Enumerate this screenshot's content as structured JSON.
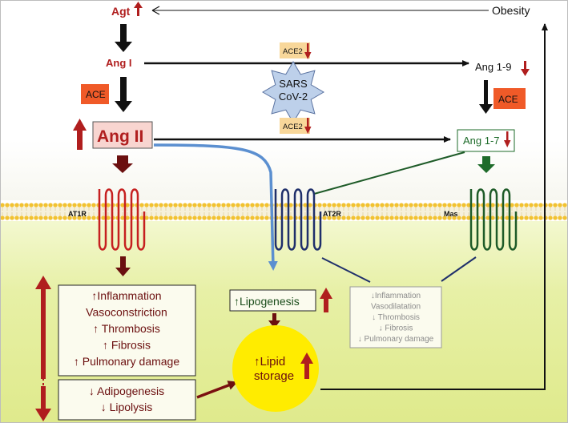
{
  "nodes": {
    "agt": "Agt",
    "ang1": "Ang I",
    "ang2": "Ang II",
    "ang19": "Ang 1-9",
    "ang17": "Ang 1-7",
    "obesity": "Obesity",
    "ace_left": "ACE",
    "ace_right": "ACE",
    "ace2_top": "ACE2",
    "ace2_bottom": "ACE2",
    "virus_line1": "SARS",
    "virus_line2": "CoV-2"
  },
  "receptors": {
    "at1r": "AT1R",
    "at2r": "AT2R",
    "mas": "Mas"
  },
  "effects_left": [
    "↑Inflammation",
    "Vasoconstriction",
    "↑ Thrombosis",
    "↑ Fibrosis",
    "↑ Pulmonary damage"
  ],
  "adipose_left": [
    "↓ Adipogenesis",
    "↓ Lipolysis"
  ],
  "lipogenesis": "↑Lipogenesis",
  "lipid_storage": [
    "↑Lipid",
    "storage"
  ],
  "effects_right": [
    "↓Inflammation",
    "Vasodilatation",
    "↓ Thrombosis",
    "↓ Fibrosis",
    "↓ Pulmonary damage"
  ],
  "colors": {
    "dark_red": "#b01e1e",
    "brown_red": "#6b0f0f",
    "ace_orange": "#f05a28",
    "ace2_bg": "#f8d79a",
    "green": "#1e6b2a",
    "navy": "#1f2f6b",
    "blue_arrow": "#5b8fd0",
    "membrane": "#f2c230",
    "cytoplasm": "#e3ee9a",
    "star": "#bdd0ea",
    "lipid": "#ffec00"
  }
}
